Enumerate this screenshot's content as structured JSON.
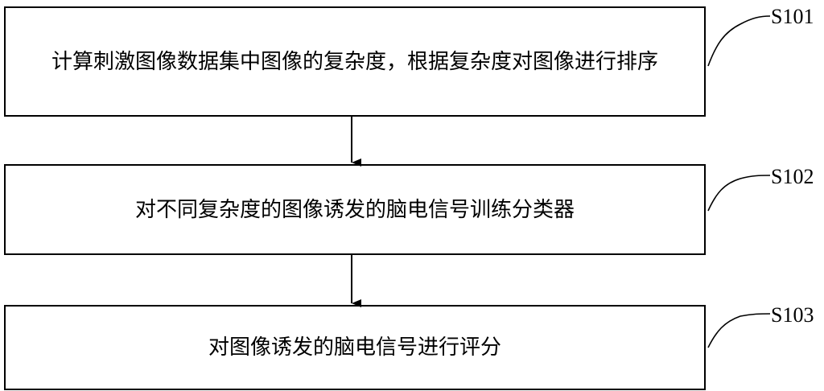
{
  "steps": [
    {
      "id": "S101",
      "text": "计算刺激图像数据集中图像的复杂度，根据复杂度对图像进行排序"
    },
    {
      "id": "S102",
      "text": "对不同复杂度的图像诱发的脑电信号训练分类器"
    },
    {
      "id": "S103",
      "text": "对图像诱发的脑电信号进行评分"
    }
  ],
  "colors": {
    "stroke": "#000000",
    "background": "#ffffff"
  }
}
